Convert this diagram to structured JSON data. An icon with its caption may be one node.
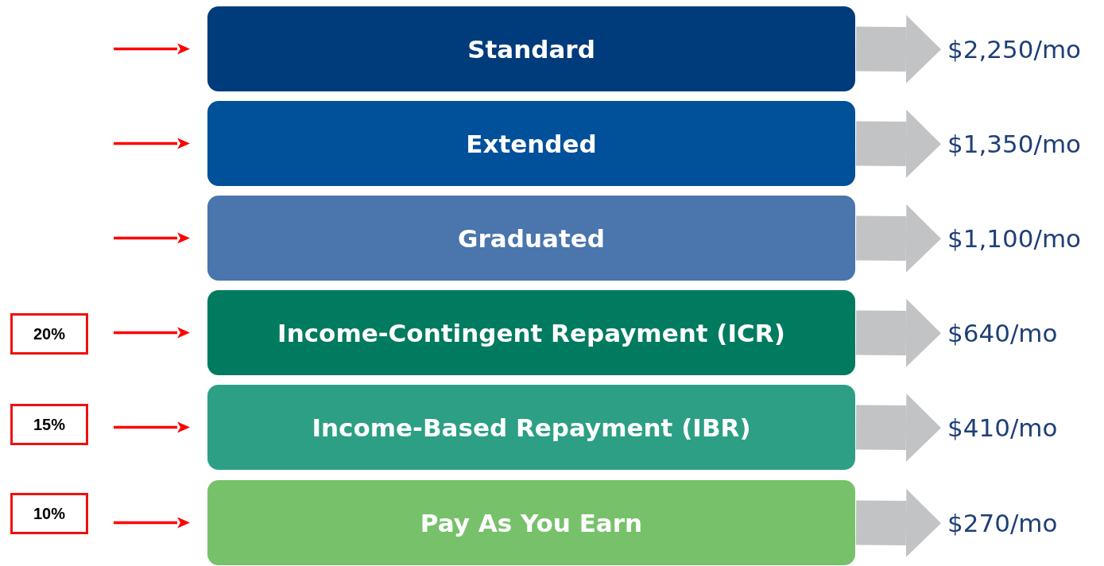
{
  "diagram": {
    "nodes": [
      {
        "text": [
          "Standard"
        ]
      },
      {
        "text": [
          "Extended"
        ]
      },
      {
        "text": [
          "Graduated"
        ]
      },
      {
        "text": [
          "Income-Contingent Repayment (ICR)"
        ]
      },
      {
        "text": [
          "Income-Based Repayment (IBR)"
        ]
      },
      {
        "text": [
          "Pay As You Earn"
        ]
      },
      {
        "text": [
          "$2,250/mo"
        ]
      },
      {
        "text": [
          "$1,350/mo"
        ]
      },
      {
        "text": [
          "$1,100/mo"
        ]
      },
      {
        "text": [
          "$640/mo"
        ]
      },
      {
        "text": [
          "$410/mo"
        ]
      },
      {
        "text": [
          "$270/mo"
        ]
      },
      {
        "text": [
          "20%"
        ]
      },
      {
        "text": [
          "15%"
        ]
      },
      {
        "text": [
          "10%"
        ]
      }
    ],
    "edges": [
      {
        "from": 0,
        "to": 6,
        "arrow": "to",
        "style": "thick",
        "color": "#c2c3c5"
      },
      {
        "from": 1,
        "to": 7,
        "arrow": "to",
        "style": "thick",
        "color": "#c2c3c5"
      },
      {
        "from": 2,
        "to": 8,
        "arrow": "to",
        "style": "thick",
        "color": "#c2c3c5"
      },
      {
        "from": 3,
        "to": 9,
        "arrow": "to",
        "style": "thick",
        "color": "#c2c3c5"
      },
      {
        "from": 4,
        "to": 10,
        "arrow": "to",
        "style": "thick",
        "color": "#c2c3c5"
      },
      {
        "from": 5,
        "to": 11,
        "arrow": "to",
        "style": "thick",
        "color": "#c2c3c5"
      },
      {
        "from": null,
        "to": 0,
        "arrow": "to",
        "color": "#ff0000"
      },
      {
        "from": null,
        "to": 1,
        "arrow": "to",
        "color": "#ff0000"
      },
      {
        "from": null,
        "to": 2,
        "arrow": "to",
        "color": "#ff0000"
      },
      {
        "from": null,
        "to": 3,
        "arrow": "to",
        "color": "#ff0000"
      },
      {
        "from": null,
        "to": 4,
        "arrow": "to",
        "color": "#ff0000"
      },
      {
        "from": null,
        "to": 5,
        "arrow": "to",
        "color": "#ff0000"
      }
    ]
  }
}
